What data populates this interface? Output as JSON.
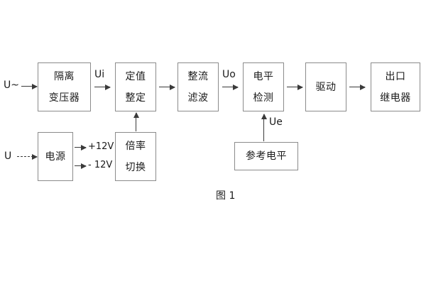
{
  "figure": {
    "caption": "图 1",
    "line_color": "#3a3a3a",
    "box_border_color": "#8b8b8b",
    "background": "#ffffff"
  },
  "blocks": [
    {
      "id": "isolation-transformer",
      "lines": [
        "隔离",
        "变压器"
      ]
    },
    {
      "id": "setting-value",
      "lines": [
        "定值",
        "整定"
      ]
    },
    {
      "id": "rectify-filter",
      "lines": [
        "整流",
        "滤波"
      ]
    },
    {
      "id": "level-detection",
      "lines": [
        "电平",
        "检测"
      ]
    },
    {
      "id": "drive",
      "lines": [
        "驱动"
      ]
    },
    {
      "id": "output-relay",
      "lines": [
        "出口",
        "继电器"
      ]
    },
    {
      "id": "power-supply",
      "lines": [
        "电源"
      ]
    },
    {
      "id": "multiplier-switch",
      "lines": [
        "倍率",
        "切换"
      ]
    },
    {
      "id": "reference-level",
      "lines": [
        "参考电平"
      ]
    }
  ],
  "labels": {
    "input_ac": "U~",
    "input_dc": "U",
    "signal_ui": "Ui",
    "signal_uo": "Uo",
    "signal_ue": "Ue",
    "rail_positive": "+12V",
    "rail_negative": "- 12V"
  }
}
